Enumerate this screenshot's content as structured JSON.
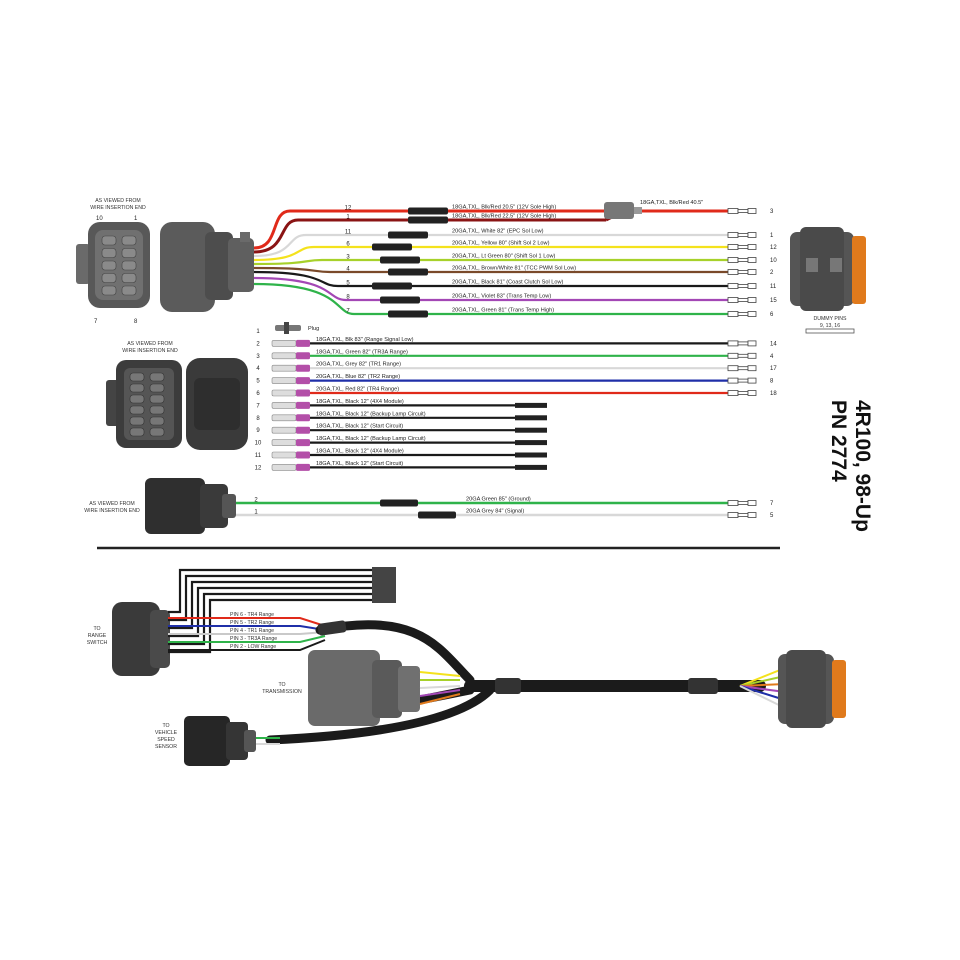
{
  "colors": {
    "red": "#e02a1a",
    "dark_red": "#8a1414",
    "black": "#1a1a1a",
    "white": "#d8d8d8",
    "yellow": "#f4e21c",
    "light_green": "#a7d12a",
    "brown": "#7a4a2a",
    "violet": "#a347b5",
    "green": "#2fb34a",
    "grey": "#9a9a9a",
    "blue": "#1f2fa8",
    "orange": "#e07a1c",
    "connector": "#5e5e5e",
    "connector_dark": "#3a3a3a"
  },
  "section1": {
    "view_caption": [
      "AS VIEWED FROM",
      "WIRE INSERTION END"
    ],
    "pin_marks": [
      "10",
      "1",
      "7",
      "8"
    ],
    "dummy_caption": "DUMMY PINS",
    "dummy_pins": "9, 13, 16",
    "splice_label": "18GA,TXL, Blk/Red 40.5\"",
    "wires": [
      {
        "pin": "12",
        "label": "18GA,TXL, Blk/Red 20.5\" (12V Sole High)",
        "color": "red",
        "end": "3"
      },
      {
        "pin": "1",
        "label": "18GA,TXL, Blk/Red 22.5\" (12V Sole High)",
        "color": "dark_red",
        "end": ""
      },
      {
        "pin": "11",
        "label": "20GA,TXL, White 82\" (EPC Sol Low)",
        "color": "white",
        "end": "1"
      },
      {
        "pin": "6",
        "label": "20GA,TXL, Yellow 80\" (Shift Sol 2 Low)",
        "color": "yellow",
        "end": "12"
      },
      {
        "pin": "3",
        "label": "20GA,TXL, Lt Green 80\" (Shift Sol 1 Low)",
        "color": "light_green",
        "end": "10"
      },
      {
        "pin": "4",
        "label": "20GA,TXL, Brown/White 81\" (TCC PWM Sol Low)",
        "color": "brown",
        "end": "2"
      },
      {
        "pin": "5",
        "label": "20GA,TXL, Black 81\" (Coast Clutch Sol Low)",
        "color": "black",
        "end": "11"
      },
      {
        "pin": "8",
        "label": "20GA,TXL, Violet 83\" (Trans Temp Low)",
        "color": "violet",
        "end": "15"
      },
      {
        "pin": "7",
        "label": "20GA,TXL, Green 81\" (Trans Temp High)",
        "color": "green",
        "end": "6"
      }
    ]
  },
  "section2": {
    "view_caption": [
      "AS VIEWED FROM",
      "WIRE INSERTION END"
    ],
    "plug_label": "Plug",
    "wires": [
      {
        "pin": "1",
        "label": "",
        "color": "",
        "end": ""
      },
      {
        "pin": "2",
        "label": "18GA,TXL, Blk 83\" (Range Signal Low)",
        "color": "black",
        "end": "14"
      },
      {
        "pin": "3",
        "label": "18GA,TXL, Green 82\" (TR3A Range)",
        "color": "green",
        "end": "4"
      },
      {
        "pin": "4",
        "label": "20GA,TXL, Grey 82\" (TR1 Range)",
        "color": "white",
        "end": "17"
      },
      {
        "pin": "5",
        "label": "20GA,TXL, Blue 82\" (TR2 Range)",
        "color": "blue",
        "end": "8"
      },
      {
        "pin": "6",
        "label": "20GA,TXL, Red 82\" (TR4 Range)",
        "color": "red",
        "end": "18"
      },
      {
        "pin": "7",
        "label": "18GA,TXL, Black 12\" (4X4 Module)",
        "color": "black",
        "end": ""
      },
      {
        "pin": "8",
        "label": "18GA,TXL, Black 12\" (Backup Lamp Circuit)",
        "color": "black",
        "end": ""
      },
      {
        "pin": "9",
        "label": "18GA,TXL, Black 12\" (Start Circuit)",
        "color": "black",
        "end": ""
      },
      {
        "pin": "10",
        "label": "18GA,TXL, Black 12\" (Backup Lamp Circuit)",
        "color": "black",
        "end": ""
      },
      {
        "pin": "11",
        "label": "18GA,TXL, Black 12\" (4X4 Module)",
        "color": "black",
        "end": ""
      },
      {
        "pin": "12",
        "label": "18GA,TXL, Black 12\" (Start Circuit)",
        "color": "black",
        "end": ""
      }
    ]
  },
  "section3": {
    "view_caption": [
      "AS VIEWED FROM",
      "WIRE INSERTION END"
    ],
    "wires": [
      {
        "pin": "2",
        "label": "20GA Green 85\" (Ground)",
        "color": "green",
        "end": "7"
      },
      {
        "pin": "1",
        "label": "20GA Grey 84\" (Signal)",
        "color": "white",
        "end": "5"
      }
    ]
  },
  "title_lines": [
    "4R100, 98-Up",
    "PN 2774"
  ],
  "overview": {
    "range_switch_caption": [
      "TO",
      "RANGE",
      "SWITCH"
    ],
    "transmission_caption": [
      "TO",
      "TRANSMISSION"
    ],
    "vss_caption": [
      "TO",
      "VEHICLE",
      "SPEED",
      "SENSOR"
    ],
    "pin_labels": [
      {
        "text": "PIN 6 - TR4  Range",
        "color": "red"
      },
      {
        "text": "PIN 5 - TR2  Range",
        "color": "blue"
      },
      {
        "text": "PIN 4 - TR1  Range",
        "color": "white"
      },
      {
        "text": "PIN 3 - TR3A  Range",
        "color": "green"
      },
      {
        "text": "PIN 2 - LOW  Range",
        "color": "black"
      }
    ]
  }
}
